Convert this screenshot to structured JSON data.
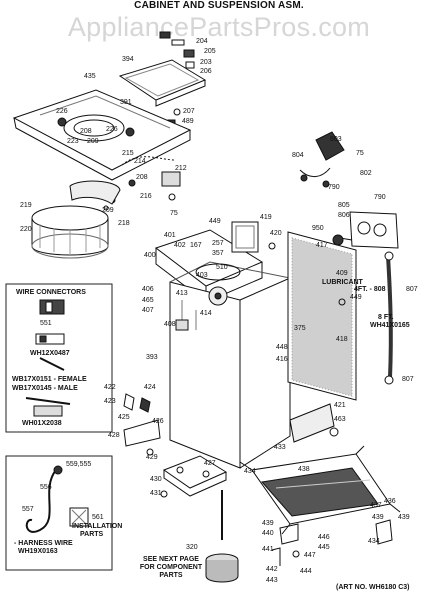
{
  "header": {
    "title": "CABINET AND SUSPENSION ASM.",
    "watermark": "AppliancePartsPros.com"
  },
  "wire_connectors": {
    "heading": "WIRE CONNECTORS",
    "items": [
      "WH12X0487",
      "WB17X0151 - FEMALE",
      "WB17X0145 - MALE",
      "WH01X2038"
    ]
  },
  "harness": {
    "label": "- HARNESS WIRE",
    "part": "WH19X0163",
    "installation": "INSTALLATION",
    "parts_word": "PARTS"
  },
  "notes": {
    "lubricant": "LUBRICANT",
    "hose_4ft": "4FT. - 808",
    "hose_8ft": "8 FT.",
    "hose_8ft_part": "WH41X0165",
    "see_next_1": "SEE NEXT PAGE",
    "see_next_2": "FOR COMPONENT",
    "see_next_3": "PARTS",
    "art_no": "(ART NO. WH6180 C3)"
  },
  "callouts": {
    "c204": "204",
    "c205": "205",
    "c203": "203",
    "c206": "206",
    "c394": "394",
    "c435": "435",
    "c391": "391",
    "c226a": "226",
    "c208a": "208",
    "c223": "223",
    "c209a": "209",
    "c226b": "226",
    "c207": "207",
    "c489": "489",
    "c215": "215",
    "c214": "214",
    "c212": "212",
    "c208b": "208",
    "c216": "216",
    "c209b": "209",
    "c75a": "75",
    "c219": "219",
    "c218": "218",
    "c220": "220",
    "c803": "803",
    "c75b": "75",
    "c804": "804",
    "c802": "802",
    "c790a": "790",
    "c805": "805",
    "c790b": "790",
    "c806": "806",
    "c449a": "449",
    "c419": "419",
    "c420": "420",
    "c417": "417",
    "c950": "950",
    "c401": "401",
    "c402": "402",
    "c167": "167",
    "c257": "257",
    "c357": "357",
    "c400": "400",
    "c403": "403",
    "c510": "510",
    "c409": "409",
    "c406": "406",
    "c465": "465",
    "c407": "407",
    "c413": "413",
    "c414": "414",
    "c408": "408",
    "c807a": "807",
    "c449b": "449",
    "c551": "551",
    "c375": "375",
    "c418": "418",
    "c448": "448",
    "c416": "416",
    "c393": "393",
    "c807b": "807",
    "c422": "422",
    "c424": "424",
    "c423": "423",
    "c425": "425",
    "c426": "426",
    "c428": "428",
    "c421": "421",
    "c463": "463",
    "c429": "429",
    "c427": "427",
    "c430": "430",
    "c431": "431",
    "c559": "559,555",
    "c556": "556",
    "c557": "557",
    "c561": "561",
    "c434a": "434",
    "c433": "433",
    "c438": "438",
    "c437": "437",
    "c436": "436",
    "c439a": "439",
    "c439b": "439",
    "c440": "440",
    "c441": "441",
    "c446": "446",
    "c445": "445",
    "c447": "447",
    "c442": "442",
    "c443": "443",
    "c444": "444",
    "c434b": "434",
    "c439c": "439",
    "c320": "320"
  }
}
